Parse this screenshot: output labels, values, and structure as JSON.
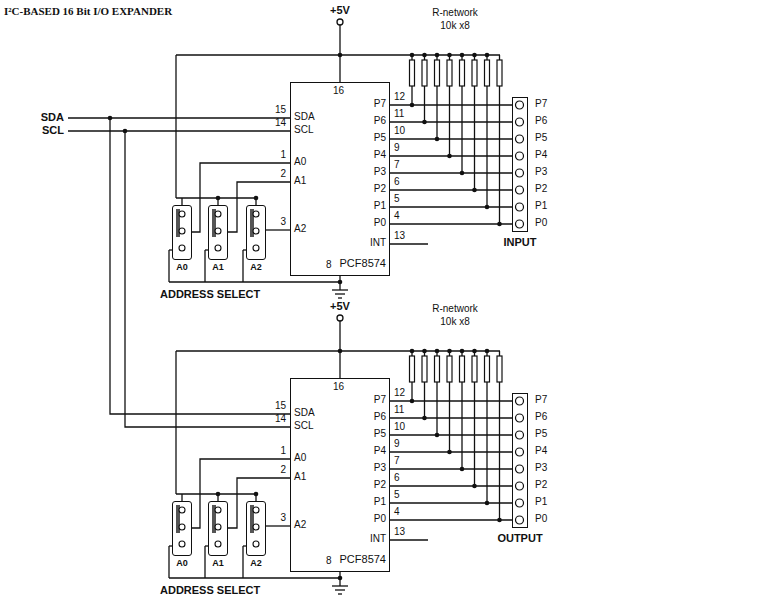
{
  "diagram": {
    "title": "I²C-BASED 16 Bit I/O EXPANDER",
    "nodes": [
      {
        "text": [
          "PCF8574"
        ]
      },
      {
        "text": [
          "INPUT"
        ]
      },
      {
        "text": [
          "A0"
        ]
      },
      {
        "text": [
          "A1"
        ]
      },
      {
        "text": [
          "A2"
        ]
      },
      {
        "text": [
          "PCF8574"
        ]
      },
      {
        "text": [
          "OUTPUT"
        ]
      },
      {
        "text": [
          "A0"
        ]
      },
      {
        "text": [
          "A1"
        ]
      },
      {
        "text": [
          "A2"
        ]
      }
    ],
    "edges": [
      {
        "from": 0,
        "to": 1,
        "arrow": "none"
      },
      {
        "from": 0,
        "to": 1,
        "arrow": "none"
      },
      {
        "from": 0,
        "to": 1,
        "arrow": "none"
      },
      {
        "from": 0,
        "to": 1,
        "arrow": "none"
      },
      {
        "from": 0,
        "to": 1,
        "arrow": "none"
      },
      {
        "from": 0,
        "to": 1,
        "arrow": "none"
      },
      {
        "from": 0,
        "to": 1,
        "arrow": "none"
      },
      {
        "from": 0,
        "to": 1,
        "arrow": "none"
      },
      {
        "from": 0,
        "to": 2,
        "arrow": "none"
      },
      {
        "from": 0,
        "to": 3,
        "arrow": "none"
      },
      {
        "from": 0,
        "to": 4,
        "arrow": "none"
      },
      {
        "from": 0,
        "to": 5,
        "arrow": "none"
      },
      {
        "from": 0,
        "to": 5,
        "arrow": "none"
      },
      {
        "from": 5,
        "to": 6,
        "arrow": "none"
      },
      {
        "from": 5,
        "to": 6,
        "arrow": "none"
      },
      {
        "from": 5,
        "to": 6,
        "arrow": "none"
      },
      {
        "from": 5,
        "to": 6,
        "arrow": "none"
      },
      {
        "from": 5,
        "to": 6,
        "arrow": "none"
      },
      {
        "from": 5,
        "to": 6,
        "arrow": "none"
      },
      {
        "from": 5,
        "to": 6,
        "arrow": "none"
      },
      {
        "from": 5,
        "to": 6,
        "arrow": "none"
      },
      {
        "from": 5,
        "to": 7,
        "arrow": "none"
      },
      {
        "from": 5,
        "to": 8,
        "arrow": "none"
      },
      {
        "from": 5,
        "to": 9,
        "arrow": "none"
      }
    ],
    "labels": [
      "+5V",
      "R-network",
      "10k x8",
      "SDA",
      "SCL",
      "16",
      "15",
      "14",
      "1",
      "2",
      "3",
      "8",
      "12",
      "11",
      "10",
      "9",
      "7",
      "6",
      "5",
      "4",
      "13",
      "SDA",
      "SCL",
      "A0",
      "A1",
      "A2",
      "P7",
      "P6",
      "P5",
      "P4",
      "P3",
      "P2",
      "P1",
      "P0",
      "INT",
      "P7",
      "P6",
      "P5",
      "P4",
      "P3",
      "P2",
      "P1",
      "P0",
      "ADDRESS SELECT",
      "+5V",
      "R-network",
      "10k x8",
      "16",
      "15",
      "14",
      "1",
      "2",
      "3",
      "8",
      "12",
      "11",
      "10",
      "9",
      "7",
      "6",
      "5",
      "4",
      "13",
      "SDA",
      "SCL",
      "A0",
      "A1",
      "A2",
      "P7",
      "P6",
      "P5",
      "P4",
      "P3",
      "P2",
      "P1",
      "P0",
      "INT",
      "P7",
      "P6",
      "P5",
      "P4",
      "P3",
      "P2",
      "P1",
      "P0",
      "ADDRESS SELECT"
    ]
  }
}
